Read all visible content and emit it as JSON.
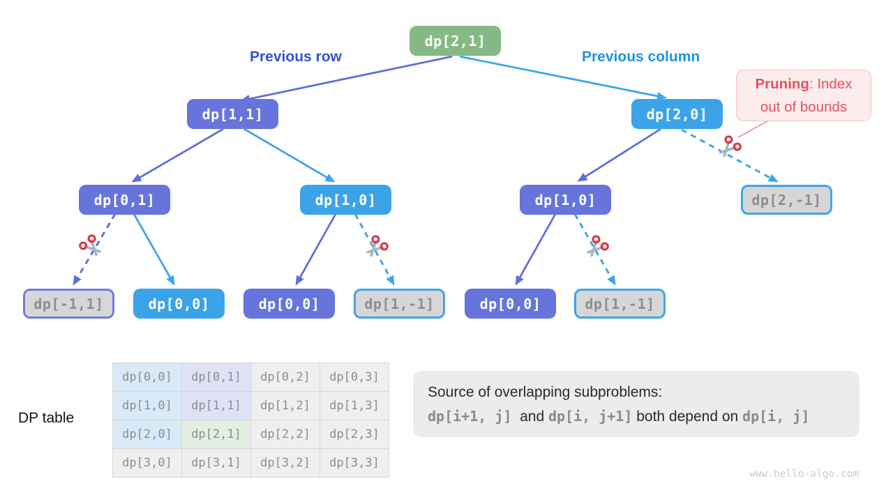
{
  "labels": {
    "previous_row": "Previous row",
    "previous_column": "Previous column",
    "dp_table": "DP table"
  },
  "pruning_callout": {
    "title": "Pruning",
    "rest": ": Index",
    "line2": "out of bounds"
  },
  "tree": {
    "nodes": [
      {
        "label": "dp[2,1]",
        "type": "green",
        "role": "root"
      },
      {
        "label": "dp[1,1]",
        "type": "indigo"
      },
      {
        "label": "dp[2,0]",
        "type": "blue"
      },
      {
        "label": "dp[0,1]",
        "type": "indigo"
      },
      {
        "label": "dp[1,0]",
        "type": "blue"
      },
      {
        "label": "dp[1,0]",
        "type": "indigo"
      },
      {
        "label": "dp[2,-1]",
        "type": "pruned-blue"
      },
      {
        "label": "dp[-1,1]",
        "type": "pruned-indigo"
      },
      {
        "label": "dp[0,0]",
        "type": "blue"
      },
      {
        "label": "dp[0,0]",
        "type": "indigo"
      },
      {
        "label": "dp[1,-1]",
        "type": "pruned-blue"
      },
      {
        "label": "dp[0,0]",
        "type": "indigo"
      },
      {
        "label": "dp[1,-1]",
        "type": "pruned-blue"
      }
    ]
  },
  "dp_table": {
    "rows": [
      [
        "dp[0,0]",
        "dp[0,1]",
        "dp[0,2]",
        "dp[0,3]"
      ],
      [
        "dp[1,0]",
        "dp[1,1]",
        "dp[1,2]",
        "dp[1,3]"
      ],
      [
        "dp[2,0]",
        "dp[2,1]",
        "dp[2,2]",
        "dp[2,3]"
      ],
      [
        "dp[3,0]",
        "dp[3,1]",
        "dp[3,2]",
        "dp[3,3]"
      ]
    ]
  },
  "note_box": {
    "line1": "Source of overlapping subproblems:",
    "code1": "dp[i+1, j]",
    "mid1": "  and ",
    "code2": "dp[i, j+1]",
    "mid2": " both depend on ",
    "code3": "dp[i, j]"
  },
  "watermark": "www.hello-algo.com",
  "colors": {
    "green": "#85b985",
    "indigo": "#6674dc",
    "blue": "#3ba4e8",
    "indigo_edge": "#5f6fd8",
    "blue_edge": "#3fa5ea",
    "pruned_bg": "#d6d6d6",
    "pruned_text": "#8d8d8d",
    "pruned_border_blue": "#3fa6e8",
    "pruned_border_indigo": "#6f7cdc",
    "prev_row_label": "#3351d0",
    "prev_col_label": "#1f93dd",
    "callout_bg": "#fdecec",
    "callout_border": "#f6bcc2",
    "callout_text": "#e4525f",
    "callout_connector": "#ef8d96",
    "table_blue": "#d8eaf8",
    "table_lavender": "#dfe2f7",
    "table_green": "#e2efe2",
    "table_gray": "#efefef",
    "table_border": "#d6d6d6",
    "table_text": "#8c8c8c",
    "note_bg": "#ececec",
    "code_text": "#8a8a8a",
    "text_dark": "#2a2a2a",
    "watermark": "#c9c9c9",
    "scissors_red": "#d83a4b",
    "scissors_gray": "#a9b6c0"
  }
}
